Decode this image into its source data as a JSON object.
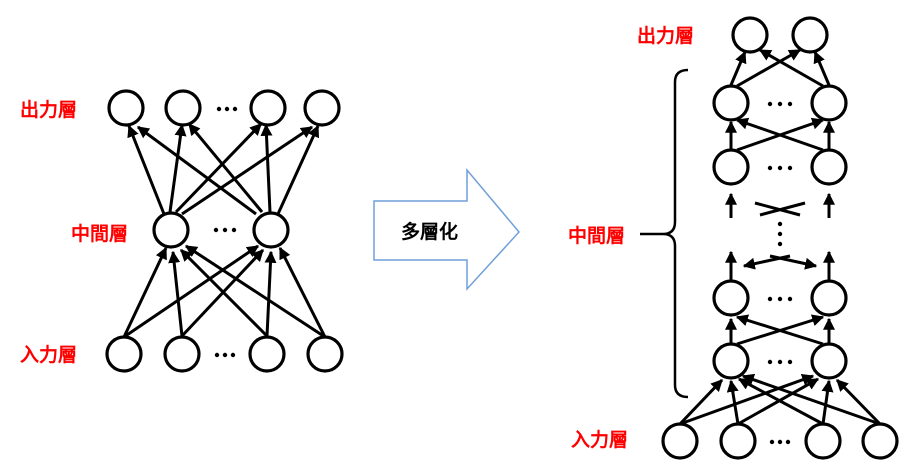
{
  "left": {
    "output_label": "出力層",
    "middle_label": "中間層",
    "input_label": "入力層"
  },
  "arrow": {
    "label": "多層化"
  },
  "right": {
    "output_label": "出力層",
    "middle_label": "中間層",
    "input_label": "入力層"
  }
}
